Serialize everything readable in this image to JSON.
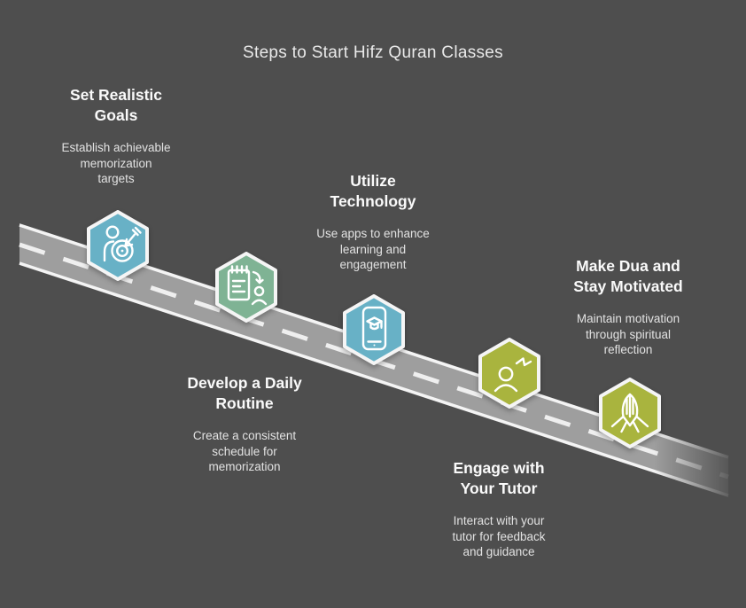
{
  "title": "Steps to Start Hifz Quran Classes",
  "colors": {
    "background": "#4e4e4e",
    "road": "#9e9e9e",
    "road_edge": "#f4f4f4",
    "road_dash": "#efefef",
    "hex_border": "#f5f5f5",
    "icon": "#ffffff",
    "teal": "#68b1c6",
    "green": "#7fb394",
    "olive": "#a9b43e",
    "title_text": "#e9e9e9",
    "heading_text": "#fafafa",
    "body_text": "#e2e2e2"
  },
  "steps": [
    {
      "id": 1,
      "heading": "Set Realistic\nGoals",
      "body": "Establish achievable\nmemorization\ntargets",
      "icon": "person-target-icon",
      "hex_color": "#68b1c6"
    },
    {
      "id": 2,
      "heading": "Develop a Daily\nRoutine",
      "body": "Create a consistent\nschedule for\nmemorization",
      "icon": "clipboard-person-icon",
      "hex_color": "#7fb394"
    },
    {
      "id": 3,
      "heading": "Utilize\nTechnology",
      "body": "Use apps to enhance\nlearning and\nengagement",
      "icon": "phone-graduation-icon",
      "hex_color": "#68b1c6"
    },
    {
      "id": 4,
      "heading": "Engage with\nYour Tutor",
      "body": "Interact with your\ntutor for feedback\nand guidance",
      "icon": "person-chat-icon",
      "hex_color": "#a9b43e"
    },
    {
      "id": 5,
      "heading": "Make Dua and\nStay Motivated",
      "body": "Maintain motivation\nthrough spiritual\nreflection",
      "icon": "praying-hands-icon",
      "hex_color": "#a9b43e"
    }
  ]
}
